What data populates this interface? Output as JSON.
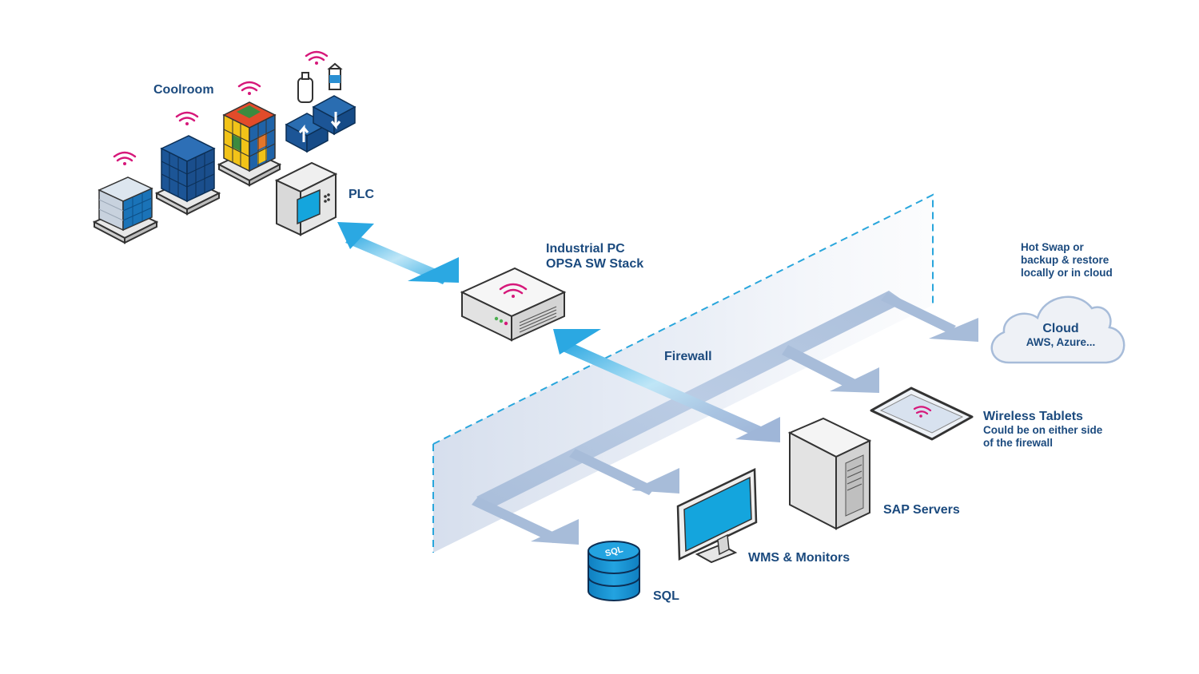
{
  "labels": {
    "coolroom": "Coolroom",
    "plc": "PLC",
    "industrial_pc_line1": "Industrial PC",
    "industrial_pc_line2": "OPSA SW Stack",
    "firewall": "Firewall",
    "hot_swap_line1": "Hot Swap or",
    "hot_swap_line2": "backup & restore",
    "hot_swap_line3": "locally or in cloud",
    "cloud_title": "Cloud",
    "cloud_sub": "AWS, Azure...",
    "tablets_title": "Wireless Tablets",
    "tablets_line1": "Could be on either side",
    "tablets_line2": "of the firewall",
    "sap_servers": "SAP Servers",
    "wms_monitors": "WMS & Monitors",
    "sql": "SQL",
    "sql_badge": "SQL"
  },
  "colors": {
    "label_text": "#1b4a7e",
    "wifi": "#d6187a",
    "arrow_blue": "#2ba8e2",
    "arrow_pale": "#a7bcd9",
    "firewall_dash": "#29a6dc",
    "device_blue": "#1d5a9a",
    "screen_cyan": "#14a5dd"
  },
  "icons": {
    "pallet_stack": "pallet-stack-icon",
    "blue_cube": "blue-cube-icon",
    "color_cube": "colored-cube-icon",
    "inout_boxes": "in-out-boxes-icon",
    "bottles": "bottle-icon",
    "plc": "plc-controller-icon",
    "industrial_pc": "industrial-pc-icon",
    "cloud": "cloud-icon",
    "tablet": "tablet-icon",
    "server": "server-tower-icon",
    "monitor": "monitor-icon",
    "database": "database-icon",
    "wifi": "wifi-icon"
  }
}
